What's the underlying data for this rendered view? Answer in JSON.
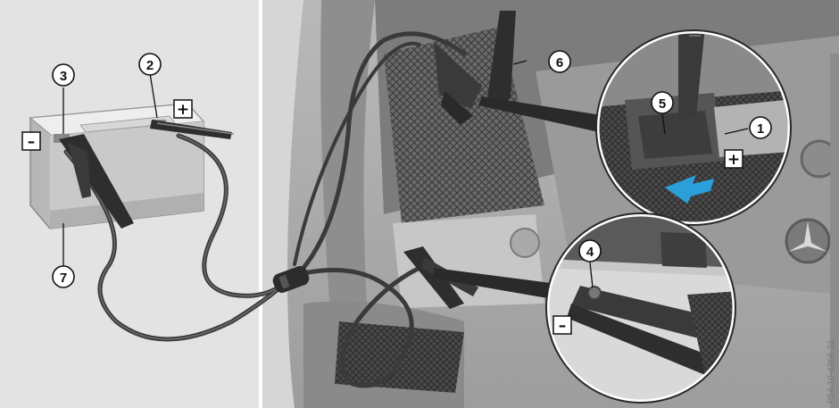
{
  "callouts": {
    "c1": "1",
    "c2": "2",
    "c3": "3",
    "c4": "4",
    "c5": "5",
    "c6": "6",
    "c7": "7"
  },
  "signs": {
    "plus": "+",
    "minus": "–"
  },
  "reference_code": "P54.10-4266-31",
  "colors": {
    "background_left": "#e3e3e3",
    "background_right": "#d6d6d6",
    "cable": "#3a3a3a",
    "arrow": "#2b9fd9",
    "callout_fill": "#ffffff"
  }
}
